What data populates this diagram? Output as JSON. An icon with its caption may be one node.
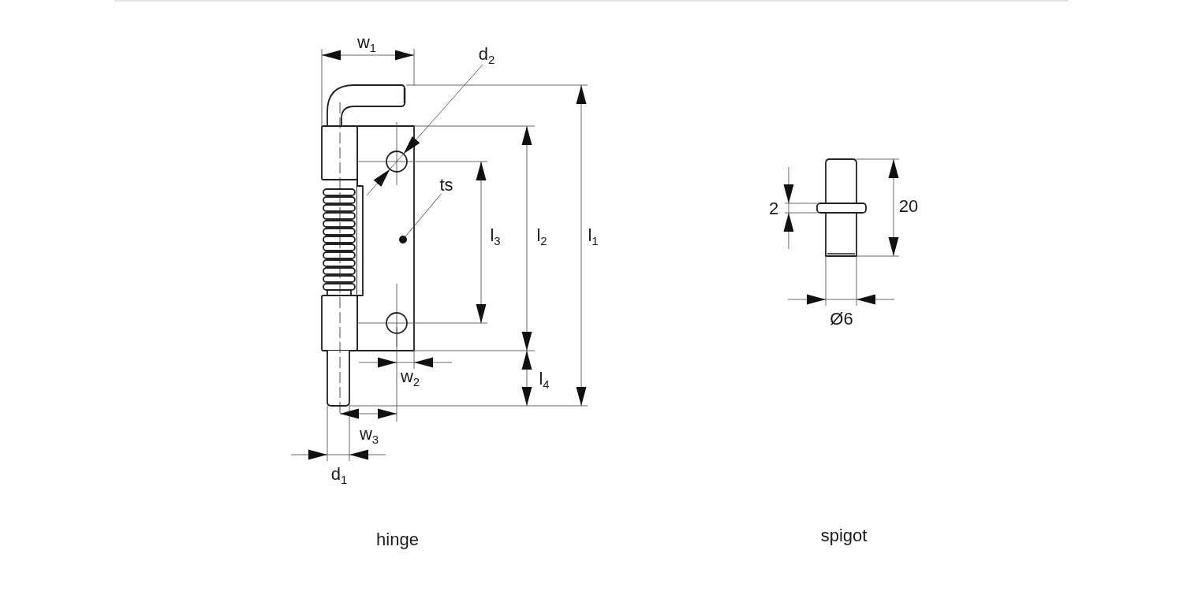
{
  "diagram": {
    "nodes": [
      {
        "text": [
          "ts"
        ]
      },
      {
        "text": [],
        "shape": "circle"
      }
    ],
    "edges": [
      {
        "from": 0,
        "to": 1,
        "arrow": "none"
      }
    ],
    "labels": [
      "w$_{1}$",
      "d$_{2}$",
      "l$_{3}$",
      "l$_{2}$",
      "l$_{1}$",
      "w$_{2}$",
      "l$_{4}$",
      "w$_{3}$",
      "d$_{1}$",
      "hinge",
      "2",
      "20",
      "Ø6",
      "spigot"
    ]
  }
}
